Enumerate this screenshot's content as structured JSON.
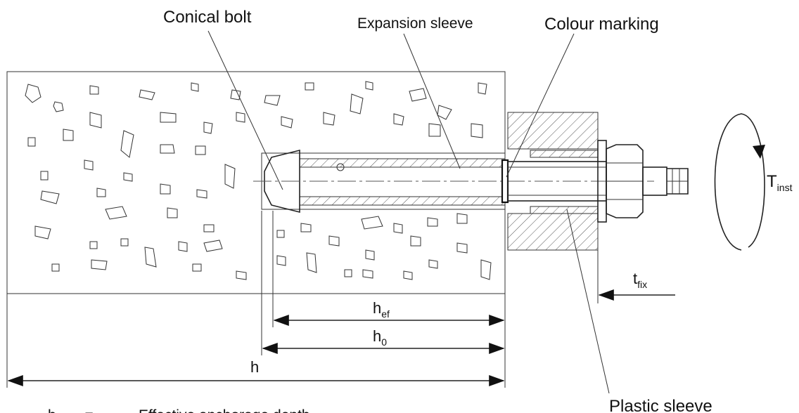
{
  "labels": {
    "conical_bolt": "Conical bolt",
    "expansion_sleeve": "Expansion sleeve",
    "colour_marking": "Colour marking",
    "plastic_sleeve": "Plastic sleeve"
  },
  "dimensions": {
    "h_ef": {
      "main": "h",
      "sub": "ef"
    },
    "h_0": {
      "main": "h",
      "sub": "0"
    },
    "h": "h",
    "t_fix": {
      "main": "t",
      "sub": "fix"
    }
  },
  "torque": {
    "main": "T",
    "sub": "inst"
  },
  "bottom_text": "h       = ...       Effective anchorage depth"
}
